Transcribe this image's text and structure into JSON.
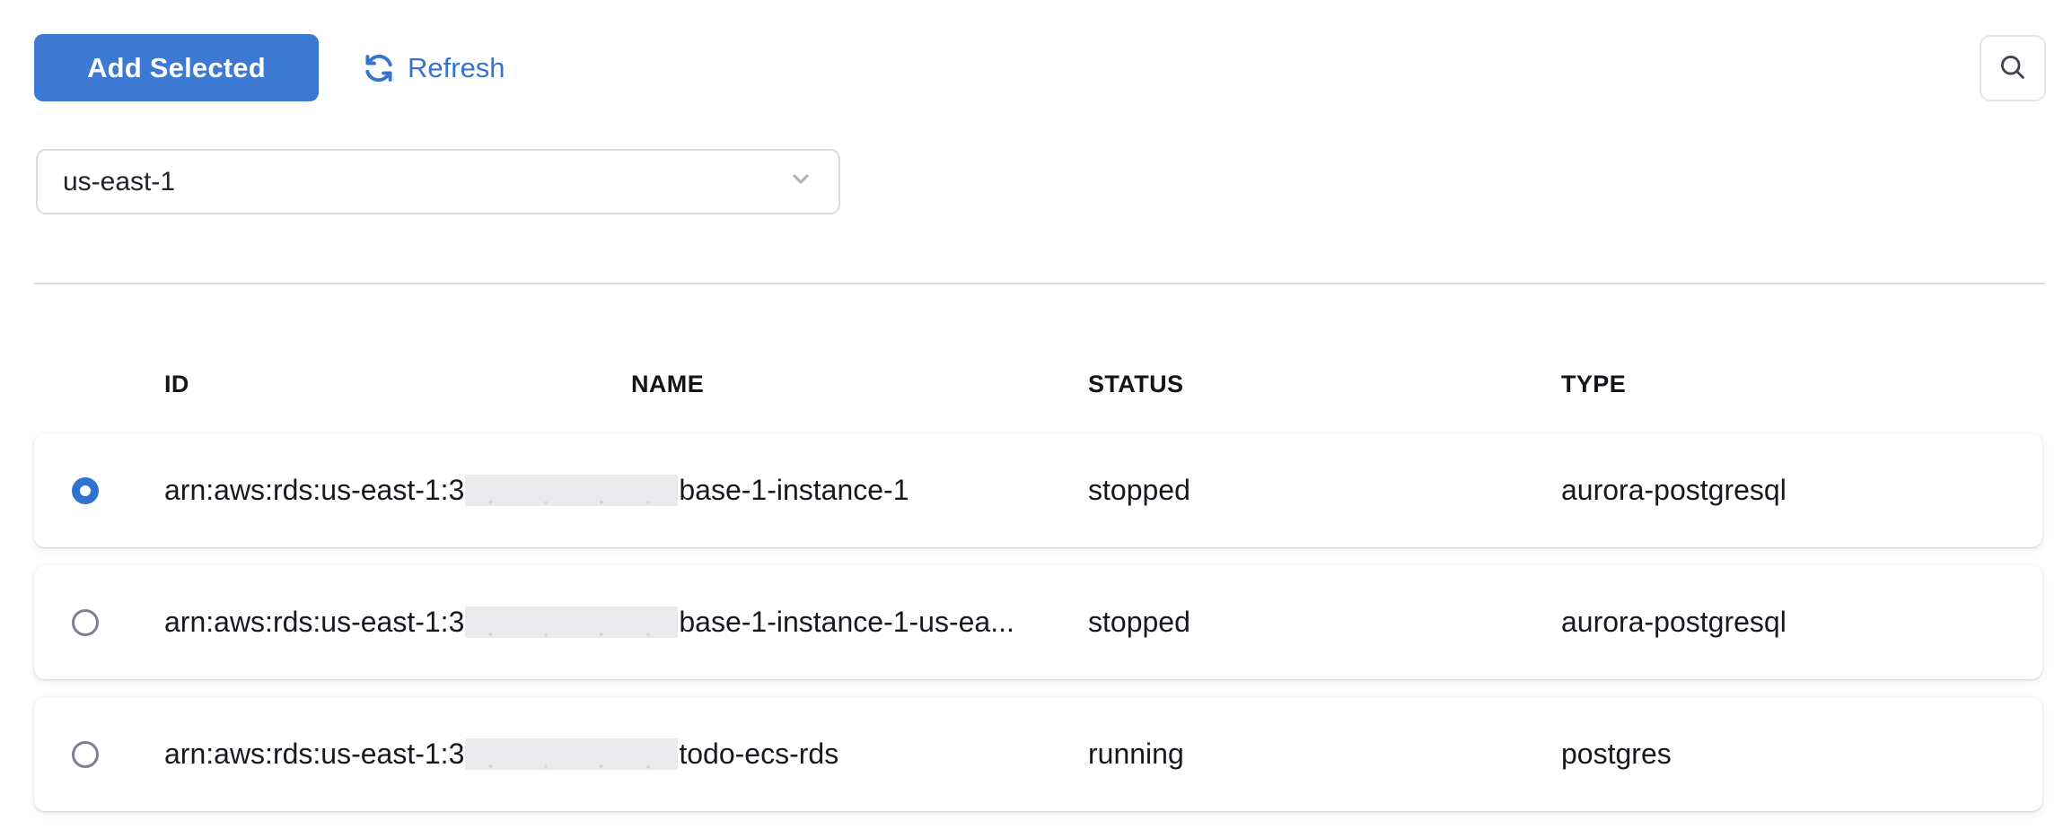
{
  "toolbar": {
    "add_selected_label": "Add Selected",
    "refresh_label": "Refresh"
  },
  "region_select": {
    "value": "us-east-1"
  },
  "table": {
    "columns": [
      "ID",
      "NAME",
      "STATUS",
      "TYPE"
    ],
    "rows": [
      {
        "selected": true,
        "id_prefix": "arn:aws:rds:us-east-1:3",
        "id_redacted_middle": true,
        "id_suffix": "base-1-instance-1",
        "status": "stopped",
        "type": "aurora-postgresql"
      },
      {
        "selected": false,
        "id_prefix": "arn:aws:rds:us-east-1:3",
        "id_redacted_middle": true,
        "id_suffix": "base-1-instance-1-us-ea...",
        "status": "stopped",
        "type": "aurora-postgresql"
      },
      {
        "selected": false,
        "id_prefix": "arn:aws:rds:us-east-1:3",
        "id_redacted_middle": true,
        "id_suffix": "todo-ecs-rds",
        "status": "running",
        "type": "postgres"
      }
    ]
  },
  "icons": {
    "refresh": "refresh-icon",
    "search": "search-icon",
    "chevron_down": "chevron-down-icon",
    "radio_selected": "radio-selected",
    "radio_unselected": "radio-unselected"
  },
  "colors": {
    "primary_button": "#3b79d2",
    "refresh_link": "#3474d0",
    "radio_selected": "#2e72d2",
    "radio_unselected_ring": "#7b8095",
    "text": "#17191e",
    "border": "#d8dbe3",
    "divider": "#d9dce2",
    "redaction": "#eaeaec",
    "card_background": "#ffffff"
  }
}
